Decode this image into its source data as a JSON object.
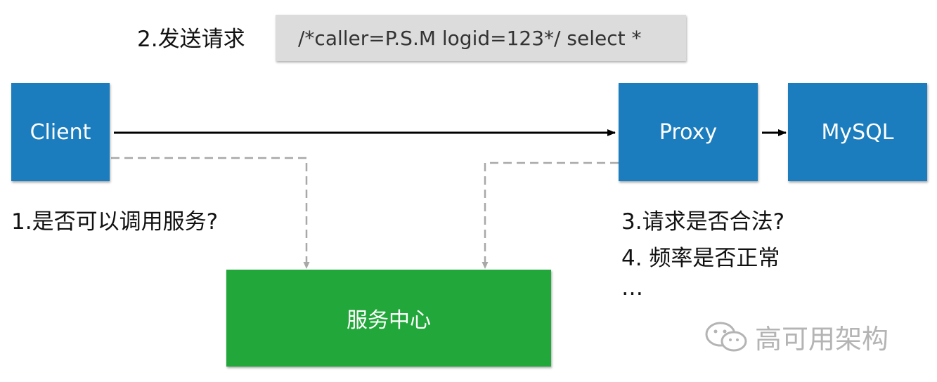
{
  "nodes": {
    "client": "Client",
    "proxy": "Proxy",
    "mysql": "MySQL",
    "service_center": "服务中心"
  },
  "labels": {
    "step1": "1.是否可以调用服务?",
    "step2": "2.发送请求",
    "step3": "3.请求是否合法?",
    "step4": "4. 频率是否正常",
    "ellipsis": "…"
  },
  "request_example": "/*caller=P.S.M logid=123*/ select *",
  "watermark": "高可用架构",
  "colors": {
    "node_blue": "#1b7dbd",
    "service_green": "#21a73a",
    "request_gray": "#dcdcdc",
    "dashed_line": "#a8a8a8"
  }
}
